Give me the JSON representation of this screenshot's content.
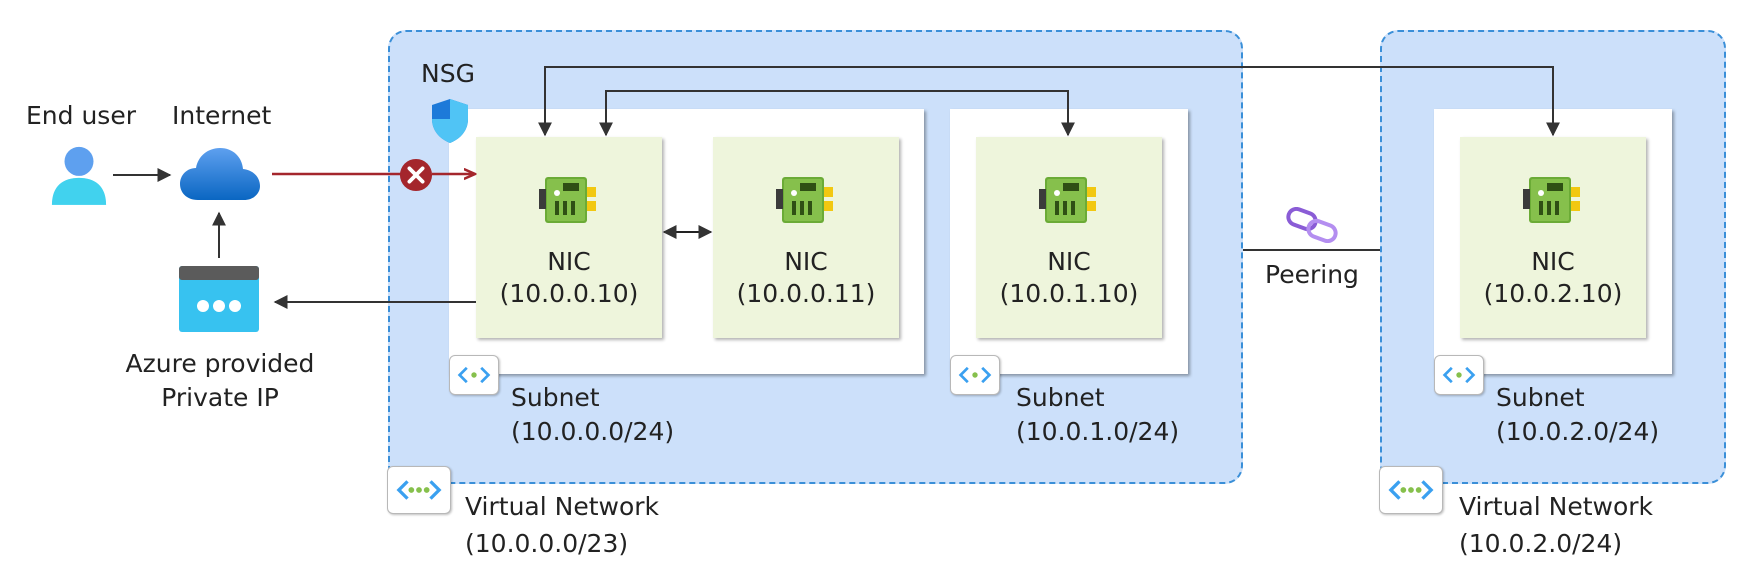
{
  "left": {
    "end_user_label": "End user",
    "internet_label": "Internet",
    "private_ip_label_line1": "Azure provided",
    "private_ip_label_line2": "Private IP"
  },
  "nsg_label": "NSG",
  "peering_label": "Peering",
  "vnet1": {
    "name": "Virtual Network",
    "cidr": "(10.0.0.0/23)",
    "subnets": [
      {
        "name": "Subnet",
        "cidr": "(10.0.0.0/24)"
      },
      {
        "name": "Subnet",
        "cidr": "(10.0.1.0/24)"
      }
    ]
  },
  "vnet2": {
    "name": "Virtual Network",
    "cidr": "(10.0.2.0/24)",
    "subnets": [
      {
        "name": "Subnet",
        "cidr": "(10.0.2.0/24)"
      }
    ]
  },
  "nics": [
    {
      "name": "NIC",
      "ip": "(10.0.0.10)"
    },
    {
      "name": "NIC",
      "ip": "(10.0.0.11)"
    },
    {
      "name": "NIC",
      "ip": "(10.0.1.10)"
    },
    {
      "name": "NIC",
      "ip": "(10.0.2.10)"
    }
  ],
  "colors": {
    "vnet_fill": "#cce0fa",
    "vnet_border": "#3a8fd8",
    "nic_fill": "#eef5dc",
    "blocked_flow": "#a4262c",
    "connector": "#333333",
    "peering_icon": "#8a5cd6"
  },
  "icons": [
    "user-icon",
    "cloud-icon",
    "private-ip-icon",
    "nsg-shield-icon",
    "blocked-icon",
    "nic-icon",
    "subnet-icon",
    "vnet-icon",
    "peering-icon"
  ]
}
